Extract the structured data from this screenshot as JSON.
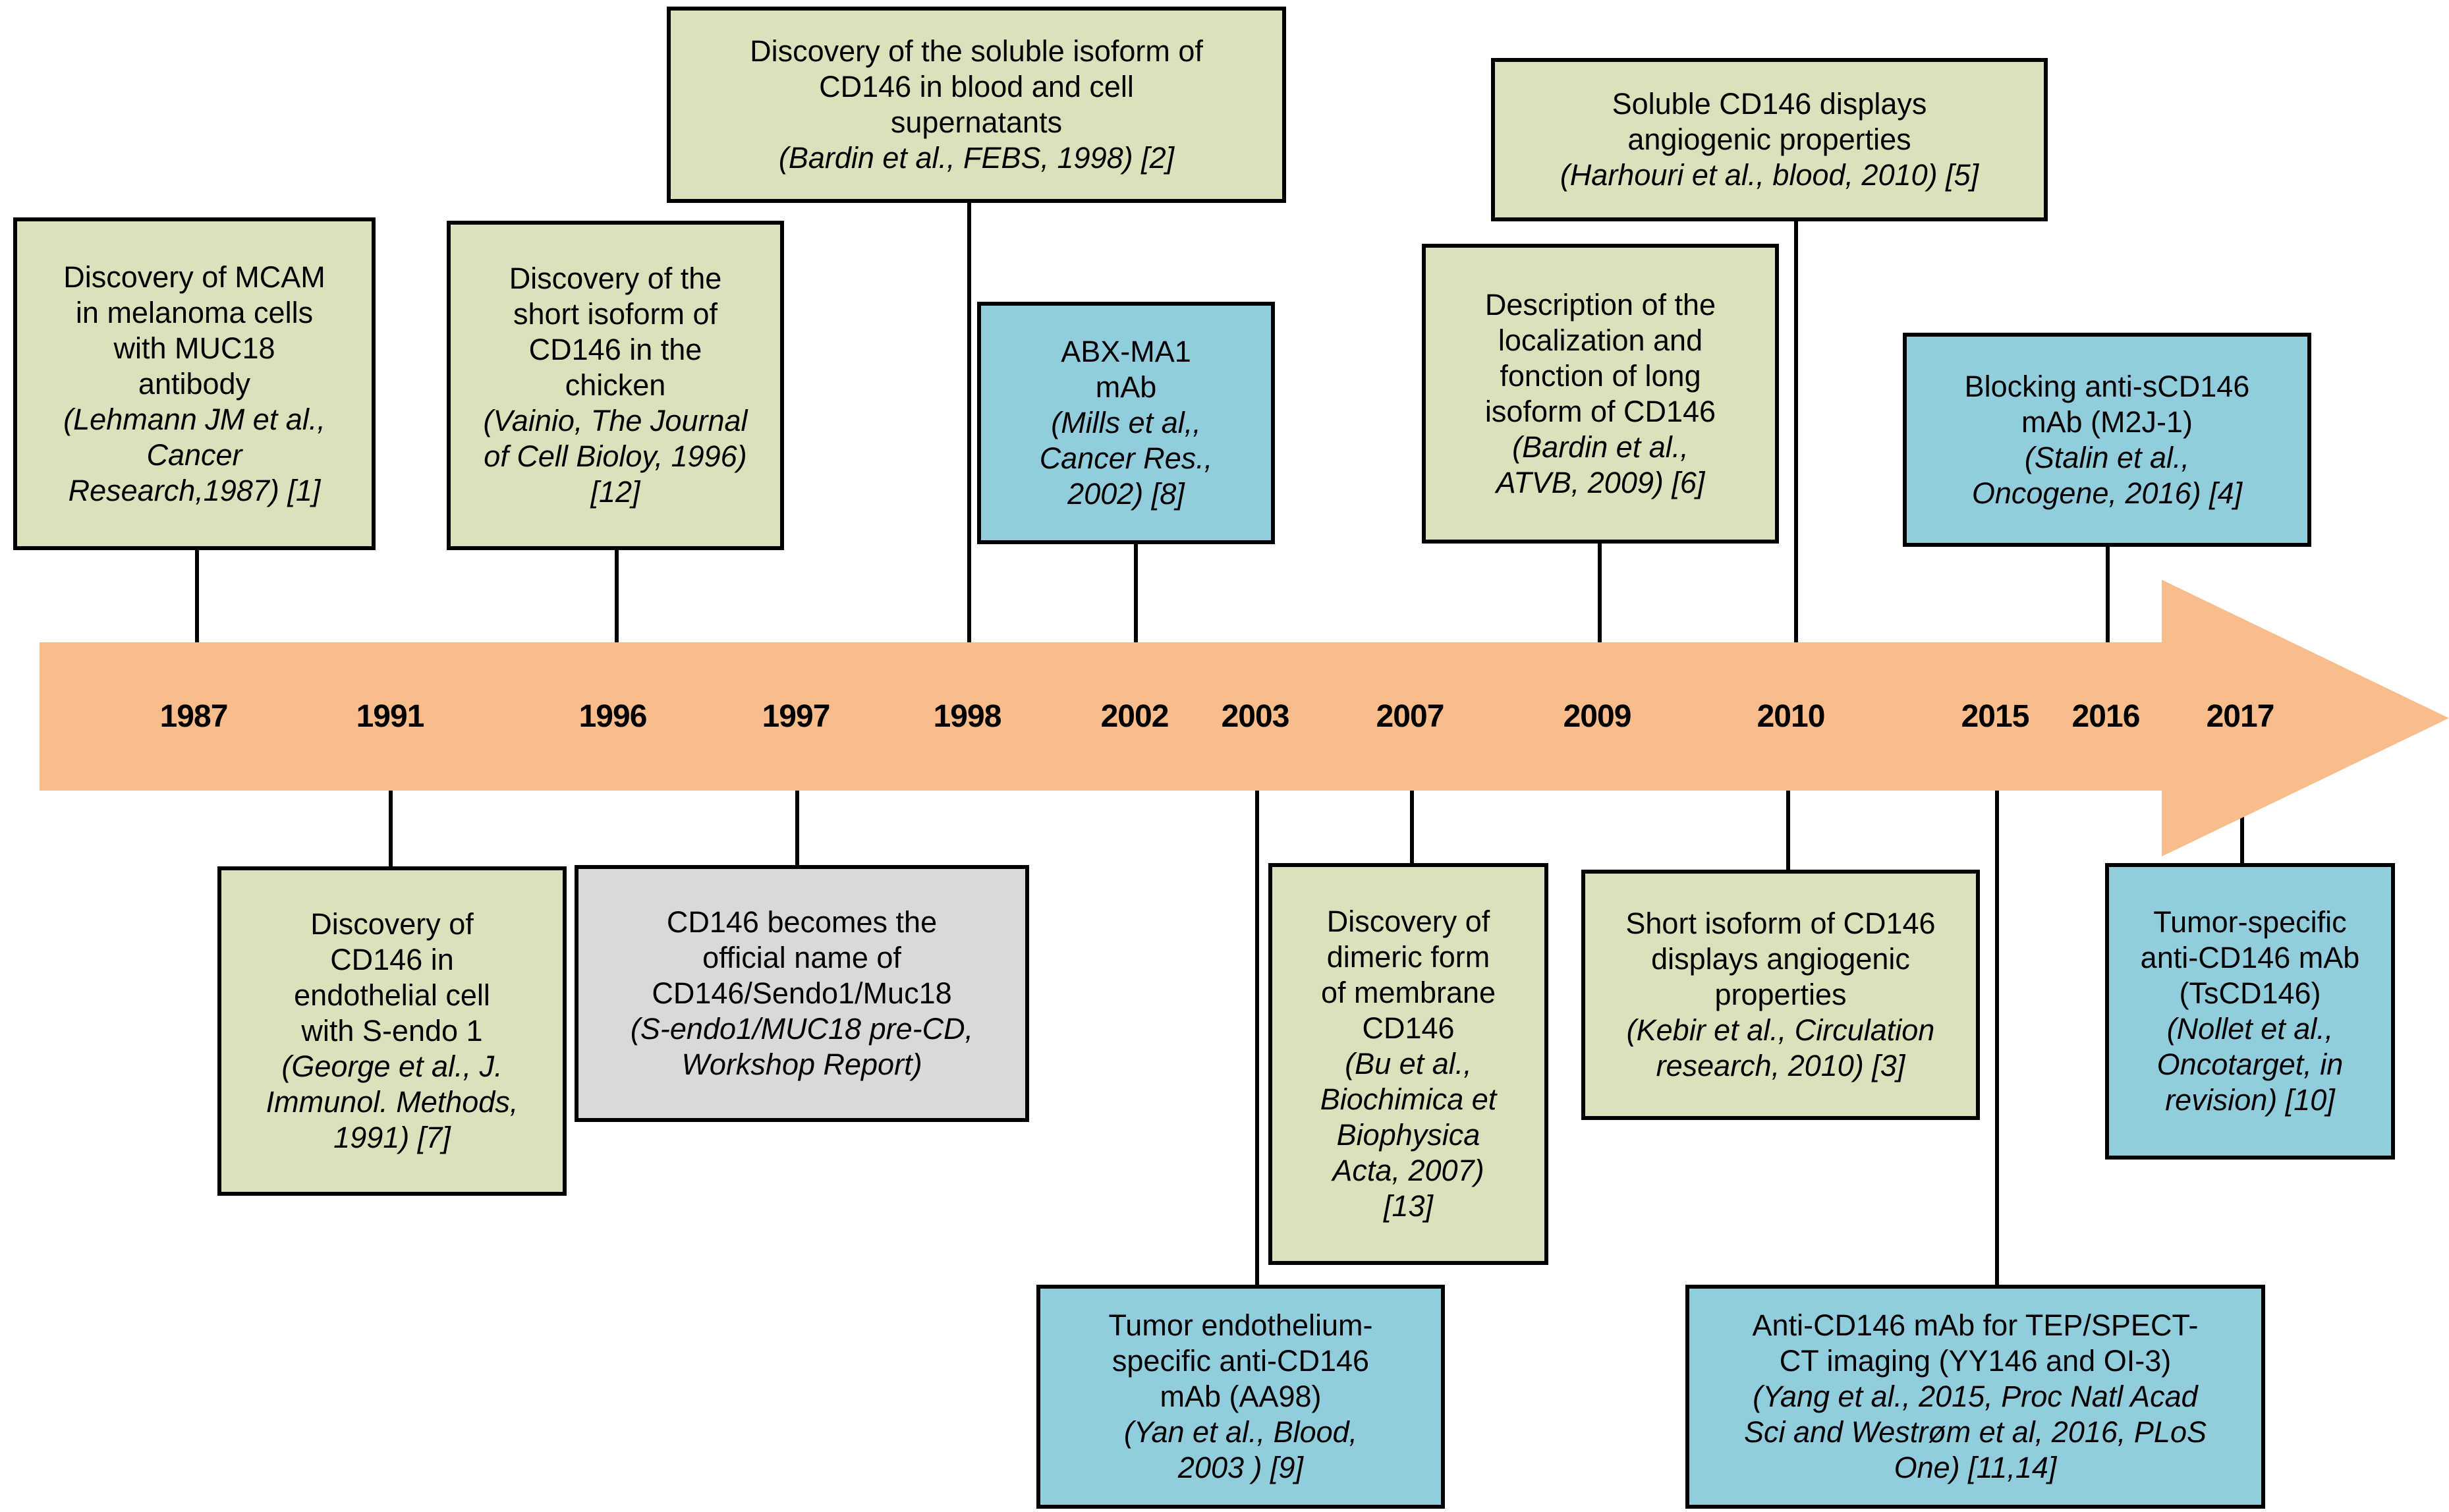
{
  "figure": {
    "type": "timeline",
    "title": "",
    "arrow_color": "#f8bd8b",
    "box_colors": {
      "green": "#d9e2bb",
      "blue": "#92cddd",
      "grey": "#d9d9d9"
    }
  },
  "timeline": {
    "years": [
      "1987",
      "1991",
      "1996",
      "1997",
      "1998",
      "2002",
      "2003",
      "2007",
      "2009",
      "2010",
      "2015",
      "2016",
      "2017"
    ]
  },
  "events_above": [
    {
      "id": "mcam-1987",
      "year": "1987",
      "color": "green",
      "title": "Discovery of MCAM\nin melanoma cells\nwith MUC18\nantibody",
      "citation": "(Lehmann JM et al.,\nCancer\nResearch,1987)  [1]"
    },
    {
      "id": "short-isoform-1996",
      "year": "1996",
      "color": "green",
      "title": "Discovery of the\nshort isoform of\nCD146 in the\nchicken",
      "citation": "(Vainio, The Journal\nof Cell Bioloy, 1996)\n[12]"
    },
    {
      "id": "soluble-isoform-1998",
      "year": "1998",
      "color": "green",
      "title": "Discovery of the soluble isoform of\nCD146 in blood and cell\nsupernatants",
      "citation": "(Bardin et al., FEBS, 1998)  [2]"
    },
    {
      "id": "abx-ma1-2002",
      "year": "2002",
      "color": "blue",
      "title": "ABX-MA1\nmAb",
      "citation": "(Mills et al,,\nCancer Res.,\n2002) [8]"
    },
    {
      "id": "long-isoform-2009",
      "year": "2009",
      "color": "green",
      "title": "Description of the\nlocalization and\nfonction of long\nisoform of CD146",
      "citation": "(Bardin et al.,\nATVB, 2009) [6]"
    },
    {
      "id": "soluble-angiogenic-2010",
      "year": "2010",
      "color": "green",
      "title": "Soluble CD146 displays\nangiogenic properties",
      "citation": "(Harhouri  et al., blood,  2010) [5]"
    },
    {
      "id": "m2j1-2016",
      "year": "2016",
      "color": "blue",
      "title": "Blocking anti-sCD146\nmAb (M2J-1)",
      "citation": "(Stalin et al.,\nOncogene, 2016) [4]"
    }
  ],
  "events_below": [
    {
      "id": "sendo1-1991",
      "year": "1991",
      "color": "green",
      "title": "Discovery of\nCD146 in\nendothelial cell\nwith S-endo 1",
      "citation": "(George et al., J.\nImmunol. Methods,\n1991) [7]"
    },
    {
      "id": "official-name-1997",
      "year": "1997",
      "color": "grey",
      "title": "CD146 becomes the\nofficial name of\nCD146/Sendo1/Muc18",
      "citation": "(S-endo1/MUC18  pre-CD,\nWorkshop Report)"
    },
    {
      "id": "aa98-2003",
      "year": "2003",
      "color": "blue",
      "title": "Tumor endothelium-\nspecific anti-CD146\nmAb (AA98)",
      "citation": "(Yan et al., Blood,\n2003 ) [9]"
    },
    {
      "id": "dimeric-2007",
      "year": "2007",
      "color": "green",
      "title": "Discovery of\ndimeric form\nof membrane\nCD146",
      "citation": "(Bu et al.,\nBiochimica et\nBiophysica\nActa, 2007)\n[13]"
    },
    {
      "id": "short-angiogenic-2010",
      "year": "2010",
      "color": "green",
      "title": "Short isoform of CD146\ndisplays angiogenic\nproperties",
      "citation": "(Kebir et al., Circulation\nresearch, 2010) [3]"
    },
    {
      "id": "imaging-2015",
      "year": "2015",
      "color": "blue",
      "title": "Anti-CD146 mAb for TEP/SPECT-\nCT imaging (YY146 and OI-3)",
      "citation": "(Yang et al., 2015, Proc Natl Acad\nSci and Westrøm et al, 2016, PLoS\nOne) [11,14]"
    },
    {
      "id": "tscd146-2017",
      "year": "2017",
      "color": "blue",
      "title": "Tumor-specific\nanti-CD146 mAb\n(TsCD146)",
      "citation": "(Nollet et al.,\nOncotarget, in\nrevision) [10]"
    }
  ]
}
